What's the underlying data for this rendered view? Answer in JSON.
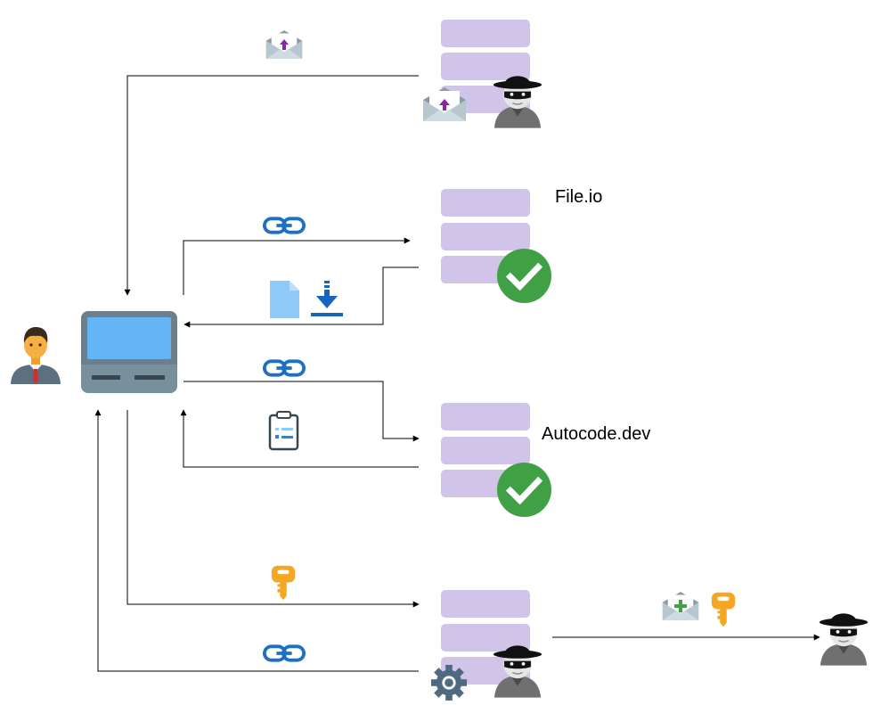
{
  "servers": [
    {
      "id": "attacker-server-top",
      "label": ""
    },
    {
      "id": "fileio-server",
      "label": "File.io"
    },
    {
      "id": "autocode-server",
      "label": "Autocode.dev"
    },
    {
      "id": "attacker-server-bottom",
      "label": ""
    }
  ],
  "icons": {
    "user": "businessman-icon",
    "computer": "computer-terminal-icon",
    "spy": "spy-hacker-icon",
    "email_upload": "email-upload-icon",
    "email_add": "email-add-icon",
    "link": "link-chain-icon",
    "file": "file-icon",
    "download": "download-icon",
    "clipboard": "clipboard-icon",
    "key": "key-icon",
    "gear": "gear-icon",
    "check": "check-circle-icon"
  },
  "colors": {
    "server_block": "#d1c4e9",
    "link": "#1e6fc7",
    "check": "#3fa046",
    "key": "#f5a623",
    "monitor_screen": "#64b5f6",
    "monitor_body": "#6d7f8a",
    "upload_arrow": "#8e24aa",
    "add_plus": "#43a047",
    "file": "#90caf9",
    "download": "#1565c0"
  }
}
